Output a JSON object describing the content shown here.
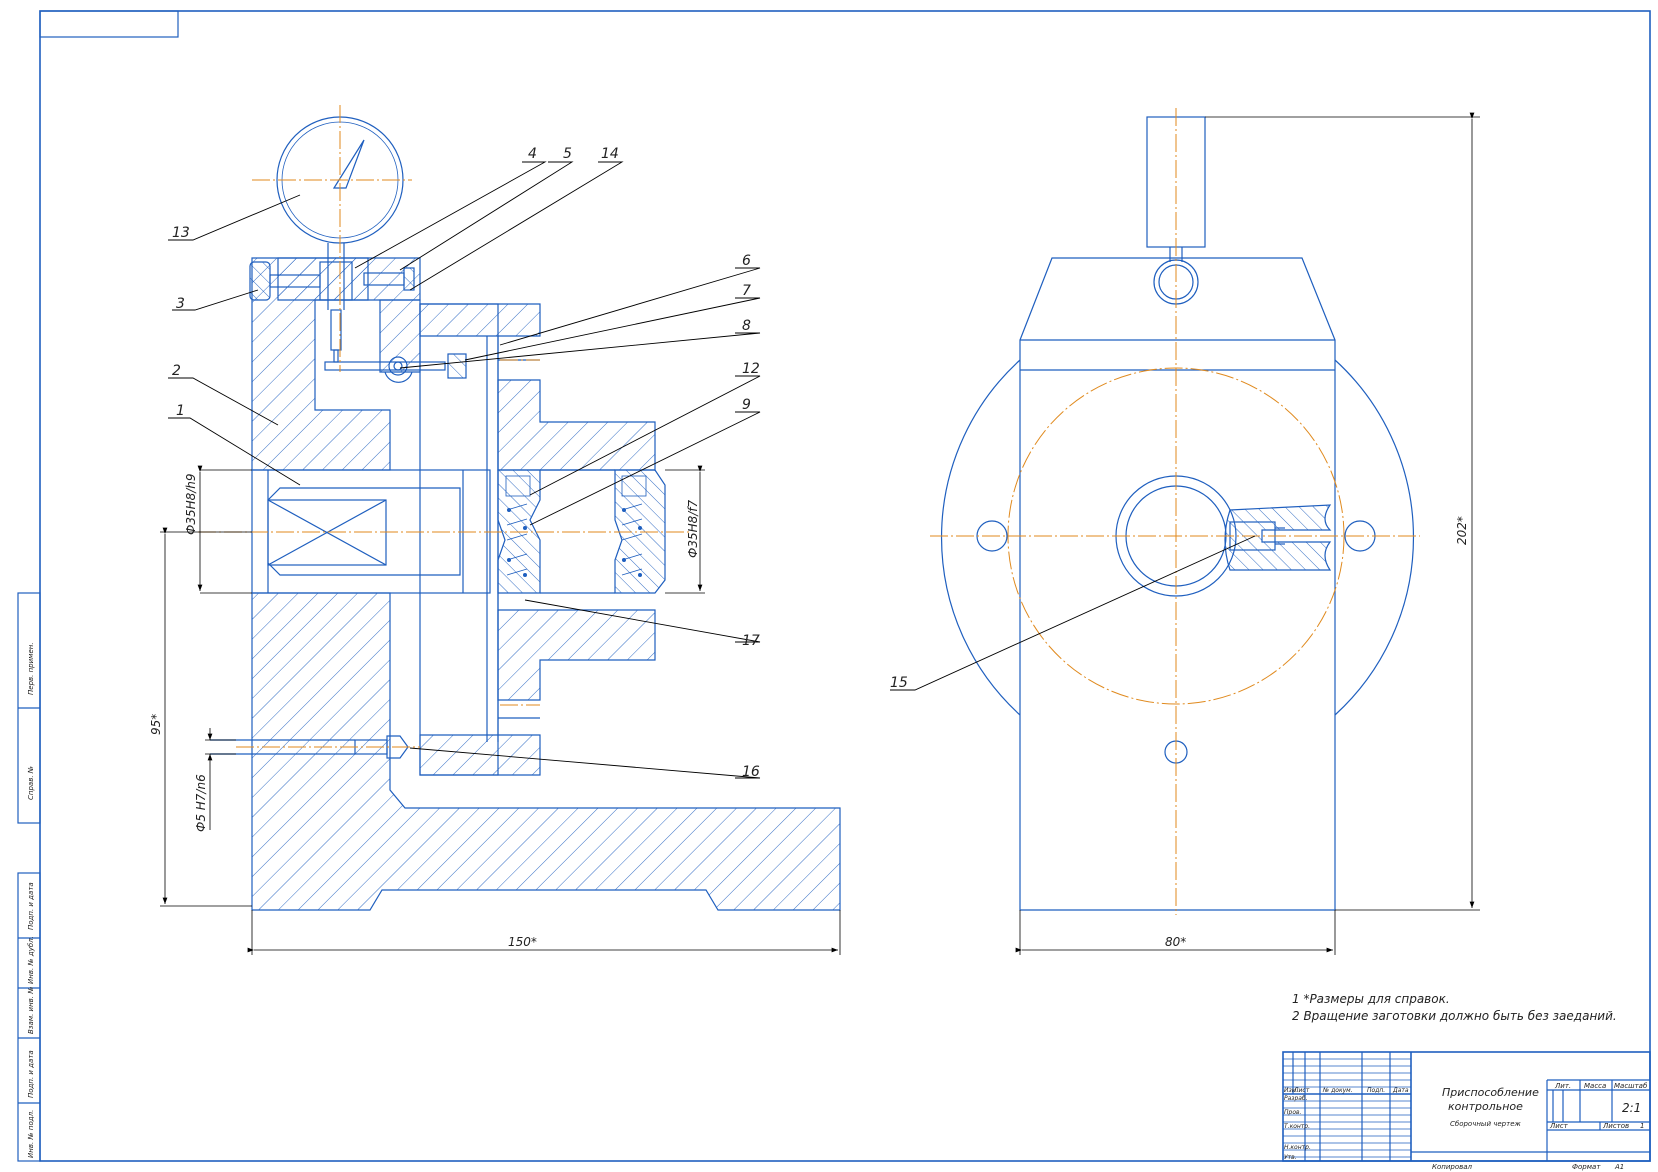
{
  "callouts": [
    "1",
    "2",
    "3",
    "4",
    "5",
    "6",
    "7",
    "8",
    "9",
    "12",
    "13",
    "14",
    "15",
    "16",
    "17"
  ],
  "dimensions": {
    "d1": "Ф35H8/h9",
    "d2": "Ф35H8/f7",
    "d3": "Ф5 H7/n6",
    "h1": "95*",
    "w1": "150*",
    "w2": "80*",
    "h2": "202*"
  },
  "notes": [
    "1  *Размеры для справок.",
    "2  Вращение заготовки должно быть без заеданий."
  ],
  "title_block": {
    "name_line1": "Приспособление",
    "name_line2": "контрольное",
    "doc_type": "Сборочный чертеж",
    "col_izm": "Изм.",
    "col_list": "Лист",
    "col_doc": "№ докум.",
    "col_sign": "Подп.",
    "col_date": "Дата",
    "row_razrab": "Разраб.",
    "row_prov": "Пров.",
    "row_tkontr": "Т.контр.",
    "row_nkontr": "Н.контр.",
    "row_utv": "Утв.",
    "lit": "Лит.",
    "massa": "Масса",
    "masshtab": "Масштаб",
    "scale": "2:1",
    "sheet": "Лист",
    "sheets": "Листов",
    "sheets_val": "1",
    "kopiroval": "Копировал",
    "format": "Формат",
    "format_val": "А1"
  },
  "side_strip": [
    "Перв. примен.",
    "Справ. №",
    "Подп. и дата",
    "Инв. № дубл.",
    "Взам. инв. №",
    "Подп. и дата",
    "Инв. № подл."
  ]
}
